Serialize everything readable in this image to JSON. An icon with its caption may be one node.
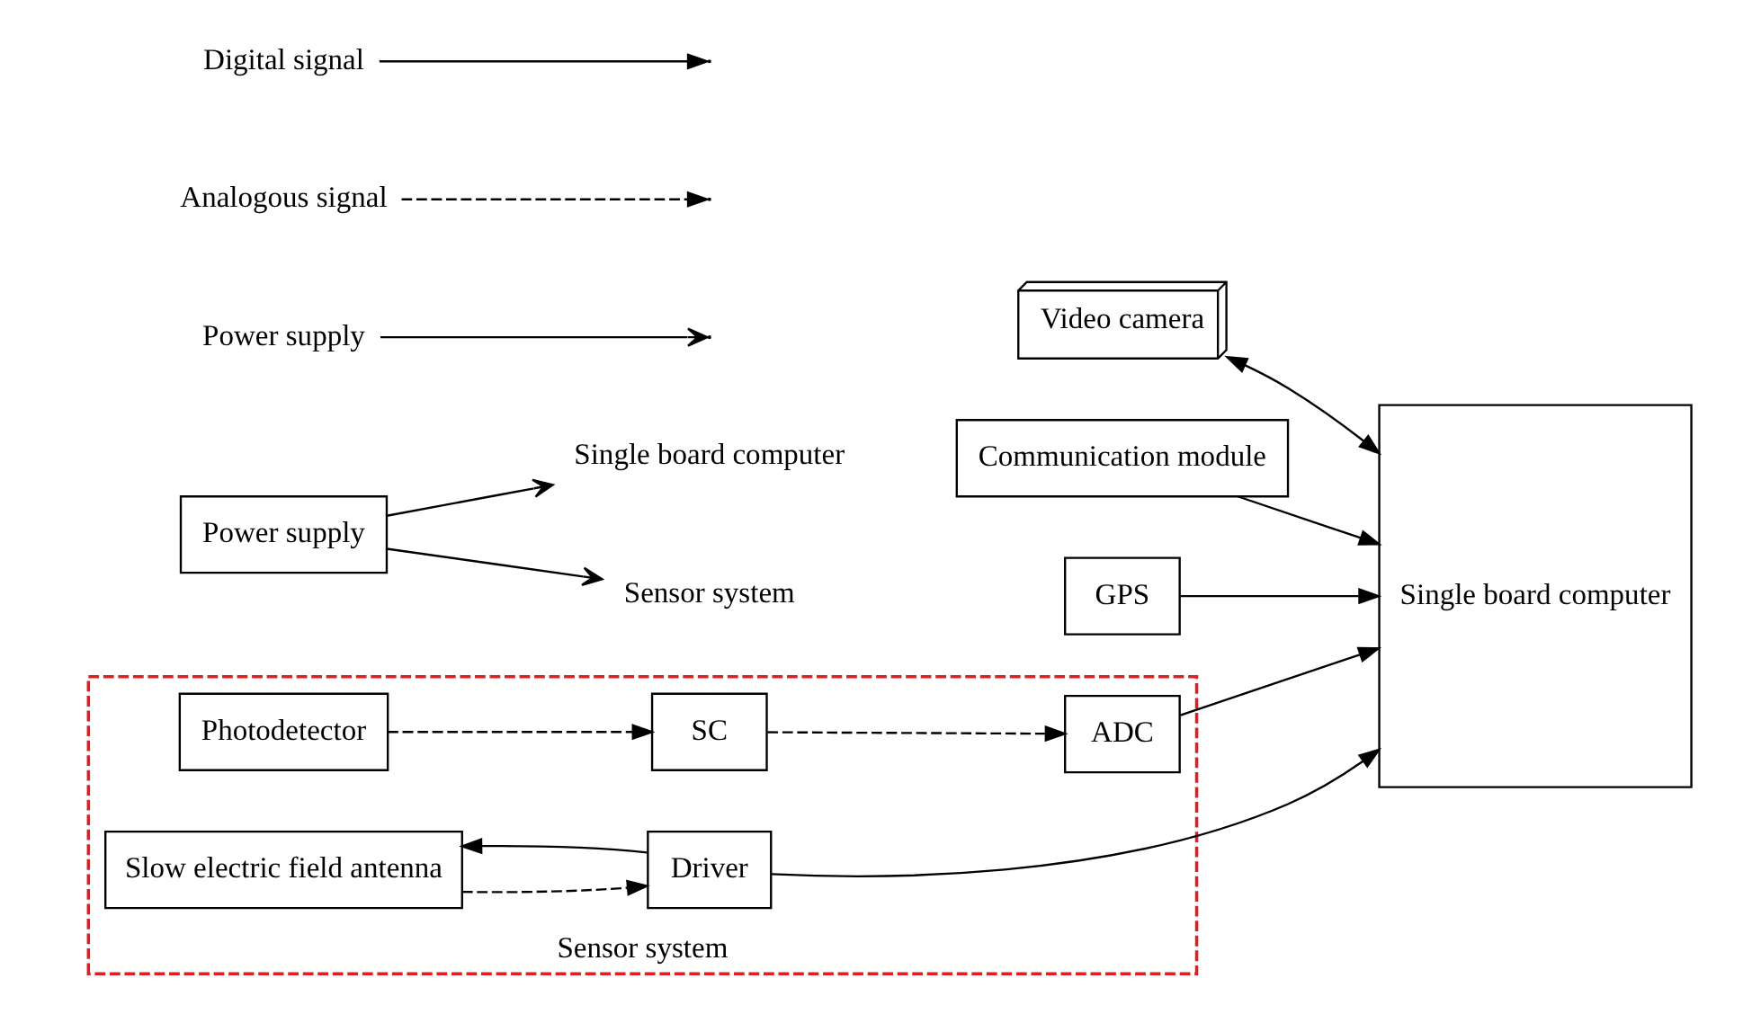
{
  "diagram": {
    "nodes": [
      {
        "text": [
          "Video camera"
        ]
      },
      {
        "text": [
          "Single board computer"
        ]
      },
      {
        "text": [
          "Communication module"
        ]
      },
      {
        "text": [
          "GPS"
        ]
      },
      {
        "text": [
          "Sensor system"
        ]
      },
      {
        "text": [
          "Slow electric field antenna"
        ],
        "in": 4
      },
      {
        "text": [
          "Driver"
        ],
        "in": 4
      },
      {
        "text": [
          "Photodetector"
        ],
        "in": 4
      },
      {
        "text": [
          "SC"
        ],
        "in": 4
      },
      {
        "text": [
          "ADC"
        ],
        "in": 4
      },
      {
        "text": [
          "Power supply"
        ]
      },
      {
        "text": [
          "Single board computer"
        ]
      },
      {
        "text": [
          "Sensor system"
        ]
      }
    ],
    "edges": [
      {
        "from": 0,
        "to": 1,
        "arrow": "both"
      },
      {
        "from": 2,
        "to": 1,
        "arrow": "to"
      },
      {
        "from": 3,
        "to": 1,
        "arrow": "to"
      },
      {
        "from": 5,
        "to": 6,
        "arrow": "to",
        "style": "dashed"
      },
      {
        "from": 6,
        "to": 5,
        "arrow": "to"
      },
      {
        "from": 6,
        "to": 1,
        "arrow": "to"
      },
      {
        "from": 7,
        "to": 8,
        "arrow": "to",
        "style": "dashed"
      },
      {
        "from": 8,
        "to": 9,
        "arrow": "to",
        "style": "dashed"
      },
      {
        "from": 9,
        "to": 1,
        "arrow": "to"
      },
      {
        "from": 10,
        "to": 11,
        "arrow": "to"
      },
      {
        "from": 10,
        "to": 12,
        "arrow": "to"
      }
    ],
    "legend": [
      {
        "text": "Digital signal"
      },
      {
        "text": "Analogous signal"
      },
      {
        "text": "Power supply"
      }
    ]
  }
}
